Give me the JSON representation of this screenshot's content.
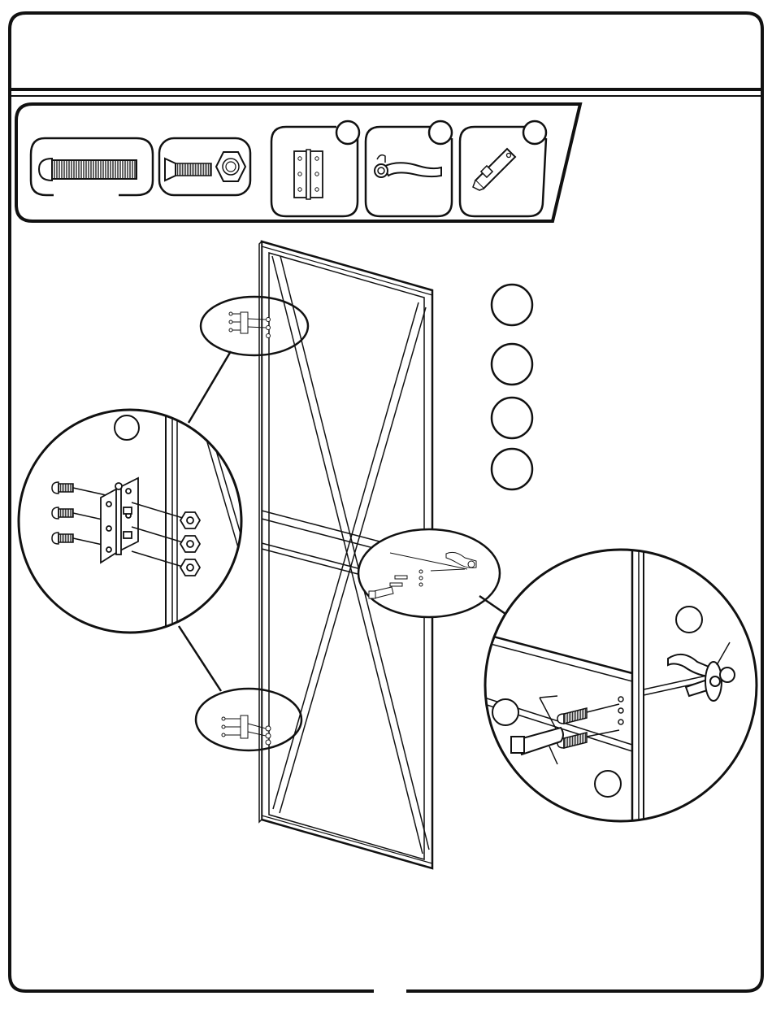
{
  "page": {
    "header_title": "",
    "page_number": ""
  },
  "hardware_strip": {
    "items": [
      {
        "name": "machine-screw",
        "quantity": ""
      },
      {
        "name": "screw-with-nut",
        "quantity": ""
      },
      {
        "name": "hinge",
        "callout": ""
      },
      {
        "name": "handle",
        "callout": ""
      },
      {
        "name": "latch-bracket",
        "callout": ""
      }
    ]
  },
  "step_callouts": [
    "",
    "",
    "",
    ""
  ],
  "detail_callouts": {
    "left_detail": "",
    "right_detail_top": "",
    "right_detail_left": "",
    "right_detail_bottom": ""
  },
  "colors": {
    "line": "#111111",
    "background": "#ffffff",
    "panel_fill": "#ffffff",
    "thread_fill": "#777777"
  }
}
